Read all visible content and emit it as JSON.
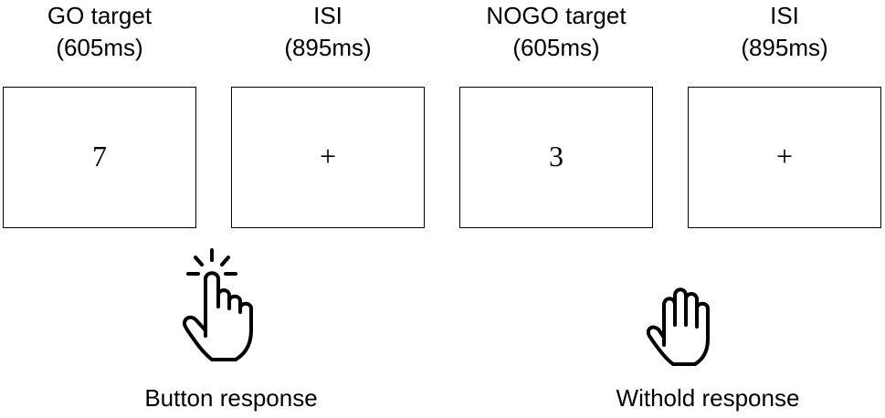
{
  "panels": [
    {
      "title": "GO target",
      "duration": "(605ms)",
      "stimulus": "7"
    },
    {
      "title": "ISI",
      "duration": "(895ms)",
      "stimulus": "+"
    },
    {
      "title": "NOGO target",
      "duration": "(605ms)",
      "stimulus": "3"
    },
    {
      "title": "ISI",
      "duration": "(895ms)",
      "stimulus": "+"
    }
  ],
  "responses": {
    "go": {
      "label": "Button response",
      "icon": "hand-press-icon"
    },
    "nogo": {
      "label": "Withold response",
      "icon": "hand-open-icon"
    }
  },
  "colors": {
    "stroke": "#000000",
    "background": "#ffffff"
  }
}
